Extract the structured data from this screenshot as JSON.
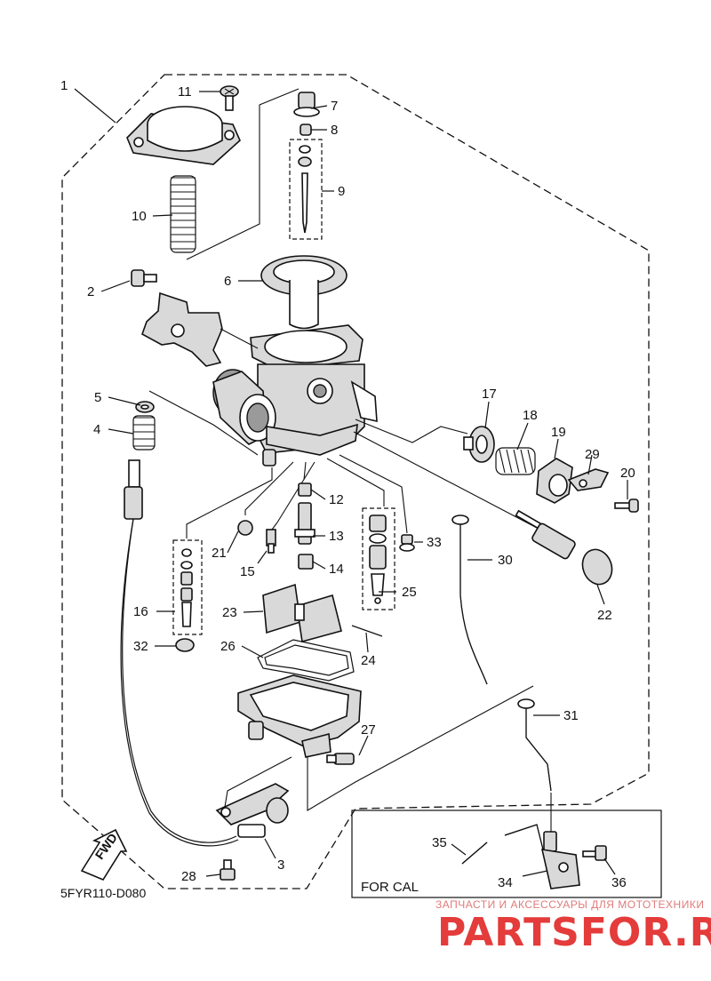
{
  "diagram": {
    "part_labels": {
      "p1": "1",
      "p2": "2",
      "p3": "3",
      "p4": "4",
      "p5": "5",
      "p6": "6",
      "p7": "7",
      "p8": "8",
      "p9": "9",
      "p10": "10",
      "p11": "11",
      "p12": "12",
      "p13": "13",
      "p14": "14",
      "p15": "15",
      "p16": "16",
      "p17": "17",
      "p18": "18",
      "p19": "19",
      "p20": "20",
      "p21": "21",
      "p22": "22",
      "p23": "23",
      "p24": "24",
      "p25": "25",
      "p26": "26",
      "p27": "27",
      "p28": "28",
      "p29": "29",
      "p30": "30",
      "p31": "31",
      "p32": "32",
      "p33": "33",
      "p34": "34",
      "p35": "35",
      "p36": "36"
    },
    "fwd_label": "FWD",
    "for_cal_label": "FOR CAL",
    "diagram_code": "5FYR110-D080"
  },
  "watermark": {
    "tagline": "ЗАПЧАСТИ И АКСЕССУАРЫ ДЛЯ МОТОТЕХНИКИ",
    "brand": "PARTSFOR.RU",
    "color": "#e43b3b"
  }
}
